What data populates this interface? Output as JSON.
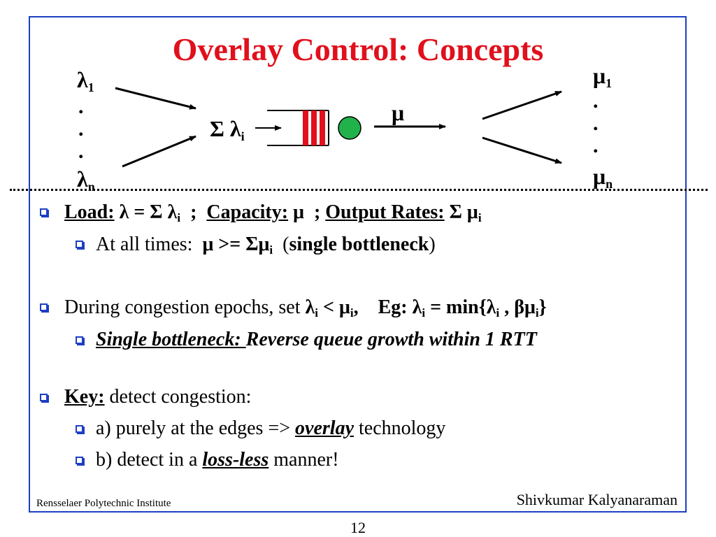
{
  "title": "Overlay Control: Concepts",
  "diagram": {
    "lambda_1": "λ",
    "lambda_1_sub": "1",
    "lambda_n": "λ",
    "lambda_n_sub": "n",
    "sum_lambda": "Σ λ",
    "sum_lambda_sub": "i",
    "mu": "μ",
    "mu_1": "μ",
    "mu_1_sub": "1",
    "mu_n": "μ",
    "mu_n_sub": "n",
    "dot": ".",
    "colors": {
      "queue_bar": "#e0101c",
      "server": "#22b24c"
    }
  },
  "bullets": {
    "b1": {
      "load": "Load:",
      "load_eq_a": " λ = Σ λ",
      "load_eq_a_sub": "i",
      "sep1": "  ;  ",
      "capacity": "Capacity:",
      "capacity_val": " μ  ",
      "sep2": "; ",
      "output": "Output Rates:",
      "output_val": " Σ μ",
      "output_val_sub": "i"
    },
    "b1_1": {
      "prefix": "At all times:  ",
      "expr": "μ >= Σμ",
      "expr_sub": "i",
      "paren_open": "  (",
      "bold": "single bottleneck",
      "paren_close": ")"
    },
    "b2": {
      "prefix": "During congestion epochs, set ",
      "e1": "λ",
      "e1_sub": "i",
      "e2": " < μ",
      "e2_sub": "i",
      "e3": ",    Eg: λ",
      "e3_sub": "i",
      "e4": " = min{λ",
      "e4_sub": "i",
      "e5": " , βμ",
      "e5_sub": "i",
      "e6": "}"
    },
    "b2_1": {
      "underlined": "Single bottleneck: ",
      "rest": "Reverse queue growth within 1 RTT"
    },
    "b3": {
      "key": "Key:",
      "rest": " detect congestion:"
    },
    "b3_1": {
      "prefix": "a) purely at the edges => ",
      "emph": "overlay",
      "suffix": " technology"
    },
    "b3_2": {
      "prefix": "b) detect in a ",
      "emph": "loss-less",
      "suffix": " manner!"
    }
  },
  "footer": {
    "institute": "Rensselaer Polytechnic Institute",
    "author": "Shivkumar Kalyanaraman",
    "page": "12"
  }
}
